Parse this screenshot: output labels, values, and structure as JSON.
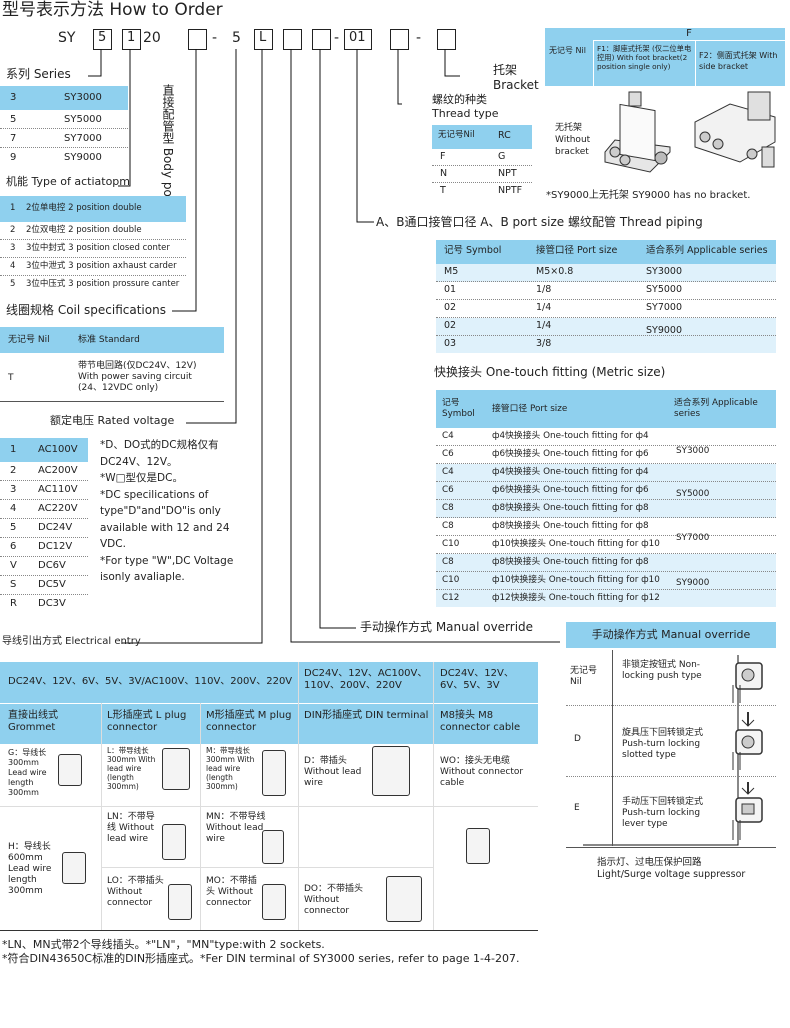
{
  "title": "型号表示方法 How to Order",
  "code": {
    "a": "SY",
    "b": "5",
    "c": "1",
    "d": "20",
    "dash1": "-",
    "e": "5",
    "f": "L",
    "dash2": "-",
    "g": "01",
    "dash3": "-"
  },
  "series": {
    "heading": "系列 Series",
    "rows": [
      [
        "3",
        "SY3000"
      ],
      [
        "5",
        "SY5000"
      ],
      [
        "7",
        "SY7000"
      ],
      [
        "9",
        "SY9000"
      ]
    ]
  },
  "body_ported": "直接配管型 Body ported",
  "function": {
    "heading": "机能 Type of actiatopm",
    "rows": [
      [
        "1",
        "2位单电控 2 position double"
      ],
      [
        "2",
        "2位双电控 2 position double"
      ],
      [
        "3",
        "3位中封式 3 position closed conter"
      ],
      [
        "4",
        "3位中泄式 3 position axhaust carder"
      ],
      [
        "5",
        "3位中压式 3 position prossure canter"
      ]
    ]
  },
  "coil": {
    "heading": "线圈规格 Coil specifications",
    "head": [
      "无记号 Nil",
      "标准 Standard"
    ],
    "row": [
      "T",
      "带节电回路(仅DC24V、12V)",
      "With power saving circuit",
      "(24、12VDC only)"
    ]
  },
  "voltage": {
    "heading": "额定电压 Rated voltage",
    "rows": [
      [
        "1",
        "AC100V"
      ],
      [
        "2",
        "AC200V"
      ],
      [
        "3",
        "AC110V"
      ],
      [
        "4",
        "AC220V"
      ],
      [
        "5",
        "DC24V"
      ],
      [
        "6",
        "DC12V"
      ],
      [
        "V",
        "DC6V"
      ],
      [
        "S",
        "DC5V"
      ],
      [
        "R",
        "DC3V"
      ]
    ],
    "notes": [
      "*D、DO式的DC规格仅有",
      "DC24V、12V。",
      "*W□型仅是DC。",
      "*DC specilications of",
      "type\"D\"and\"DO\"is only",
      "available with 12 and 24",
      "VDC.",
      "*For type \"W\",DC Voltage",
      "isonly avaliaple."
    ]
  },
  "bracket": {
    "label_cn": "托架",
    "label_en": "Bracket",
    "head_top": "F",
    "head": [
      "无记号 Nil",
      "F1：脚座式托架 (仅二位单电控用) With foot bracket(2 position single only)",
      "F2：侧面式托架 With side bracket"
    ],
    "no_bracket": [
      "无托架",
      "Without",
      "bracket"
    ],
    "note": "*SY9000上无托架 SY9000 has no bracket."
  },
  "thread": {
    "label_cn": "螺纹的种类",
    "label_en": "Thread type",
    "rows": [
      [
        "无记号Nil",
        "RC"
      ],
      [
        "F",
        "G"
      ],
      [
        "N",
        "NPT"
      ],
      [
        "T",
        "NPTF"
      ]
    ]
  },
  "port": {
    "heading": "A、B通口接管口径 A、B port size   螺纹配管 Thread piping",
    "head": [
      "记号 Symbol",
      "接管口径 Port size",
      "适合系列 Applicable series"
    ],
    "rows": [
      [
        "M5",
        "M5×0.8",
        "SY3000"
      ],
      [
        "01",
        "1/8",
        "SY5000"
      ],
      [
        "02",
        "1/4",
        "SY7000"
      ],
      [
        "02",
        "1/4",
        ""
      ],
      [
        "03",
        "3/8",
        ""
      ]
    ],
    "merged": "SY9000"
  },
  "fitting": {
    "heading": "快换接头 One-touch fitting (Metric size)",
    "head": [
      "记号 Symbol",
      "接管口径 Port size",
      "适合系列 Applicable series"
    ],
    "rows": [
      [
        "C4",
        "ф4快换接头 One-touch fitting for ф4"
      ],
      [
        "C6",
        "ф6快换接头 One-touch fitting for ф6"
      ],
      [
        "C4",
        "ф4快换接头 One-touch fitting for ф4"
      ],
      [
        "C6",
        "ф6快换接头 One-touch fitting for ф6"
      ],
      [
        "C8",
        "ф8快换接头 One-touch fitting for ф8"
      ],
      [
        "C8",
        "ф8快换接头 One-touch fitting for ф8"
      ],
      [
        "C10",
        "ф10快换接头 One-touch fitting for ф10"
      ],
      [
        "C8",
        "ф8快换接头 One-touch fitting for ф8"
      ],
      [
        "C10",
        "ф10快换接头 One-touch fitting for ф10"
      ],
      [
        "C12",
        "ф12快换接头 One-touch fitting for ф12"
      ]
    ],
    "series": [
      "SY3000",
      "SY5000",
      "SY7000",
      "SY9000"
    ]
  },
  "manual": {
    "label": "手动操作方式 Manual override",
    "head": "手动操作方式 Manual override",
    "rows": [
      [
        "无记号 Nil",
        "非锁定按钮式 Non-locking push type"
      ],
      [
        "D",
        "旋具压下回转锁定式 Push-turn locking slotted type"
      ],
      [
        "E",
        "手动压下回转锁定式 Push-turn locking lever type"
      ]
    ],
    "suppressor": [
      "指示灯、过电压保护回路",
      "Light/Surge voltage suppressor"
    ]
  },
  "electrical": {
    "heading": "导线引出方式 Electrical entry",
    "volt_head": [
      "DC24V、12V、6V、5V、3V/AC100V、110V、200V、220V",
      "DC24V、12V、AC100V、110V、200V、220V",
      "DC24V、12V、6V、5V、3V"
    ],
    "cols": [
      "直接出线式 Grommet",
      "L形插座式 L plug connector",
      "M形插座式 M plug connector",
      "DIN形插座式 DIN terminal",
      "M8接头 M8 connector cable"
    ],
    "g": "G：导线长300mm Lead wire length 300mm",
    "h": "H：导线长600mm Lead wire length 300mm",
    "l": "L：带导线长300mm With lead wire (length 300mm)",
    "m": "M：带导线长300mm With lead wire (length 300mm)",
    "d": "D：带插头 Without lead wire",
    "wo": "WO：接头无电缆 Without connector cable",
    "ln": "LN：不带导线 Without lead wire",
    "mn": "MN：不带导线 Without lead wire",
    "lo": "LO：不带插头 Without connector",
    "mo": "MO：不带插头 Without connector",
    "do": "DO：不带插头 Without connector"
  },
  "footnotes": [
    "*LN、MN式带2个导线插头。*\"LN\"，\"MN\"type:with 2 sockets.",
    "*符合DIN43650C标准的DIN形插座式。*Fer DIN terminal of SY3000 series, refer to page 1-4-207."
  ],
  "colors": {
    "accent": "#8fd0ee",
    "light": "#dff1fb"
  }
}
